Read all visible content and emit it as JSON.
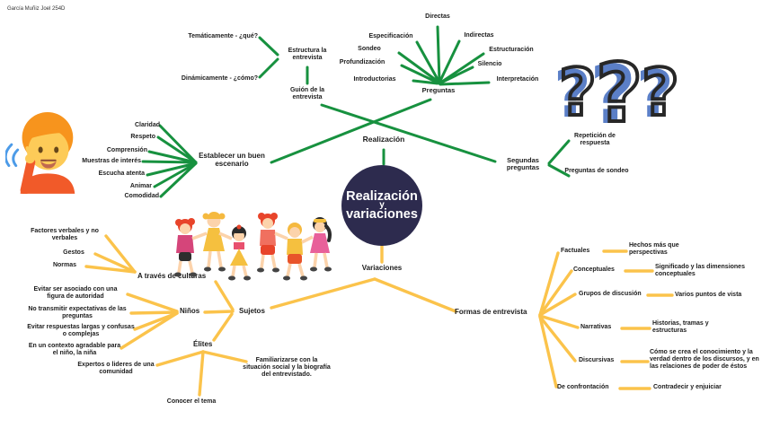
{
  "colors": {
    "green": "#17913F",
    "yellow": "#FBC34B",
    "center_circle": "#2D2B4E",
    "question_mark_blue": "#5B7FC7",
    "text": "#1C1C1C"
  },
  "author": "García Muñiz Joel 254D",
  "center": {
    "line1": "Realización",
    "line2": "y",
    "line3": "variaciones"
  },
  "realizacion": {
    "label": "Realización",
    "estructura": {
      "label": "Estructura la entrevista",
      "tematicamente": "Temáticamente - ¿qué?",
      "dinamicamente": "Dinámicamente - ¿cómo?"
    },
    "guion": "Guión de la entrevista",
    "preguntas": {
      "label": "Preguntas",
      "tipos": [
        "Directas",
        "Indirectas",
        "Estructuración",
        "Silencio",
        "Interpretación",
        "Especificación",
        "Sondeo",
        "Profundización",
        "Introductorias"
      ]
    },
    "escenario": {
      "label": "Establecer un buen escenario",
      "items": [
        "Claridad",
        "Respeto",
        "Comprensión",
        "Muestras de interés",
        "Escucha atenta",
        "Animar",
        "Comodidad"
      ]
    },
    "segundas": {
      "label": "Segundas preguntas",
      "items": [
        "Repetición de respuesta",
        "Preguntas de sondeo"
      ]
    }
  },
  "variaciones": {
    "label": "Variaciones",
    "culturas": {
      "label": "A través de culturas",
      "items": [
        "Factores verbales y no verbales",
        "Gestos",
        "Normas"
      ]
    },
    "sujetos": {
      "label": "Sujetos",
      "ninos": {
        "label": "Niños",
        "items": [
          "Evitar ser asociado con una figura de autoridad",
          "No transmitir expectativas de las preguntas",
          "Evitar respuestas largas y confusas o complejas",
          "En un contexto agradable para el niño, la niña"
        ]
      },
      "elites": {
        "label": "Élites",
        "items": [
          "Expertos o lideres de una comunidad",
          "Conocer el tema",
          "Familiarizarse con la situación social y la biografía del entrevistado."
        ]
      }
    },
    "formas": {
      "label": "Formas de entrevista",
      "items": [
        {
          "tipo": "Factuales",
          "desc": "Hechos más que perspectivas"
        },
        {
          "tipo": "Conceptuales",
          "desc": "Significado y las dimensiones conceptuales"
        },
        {
          "tipo": "Grupos de discusión",
          "desc": "Varios puntos de vista"
        },
        {
          "tipo": "Narrativas",
          "desc": "Historias, tramas y estructuras"
        },
        {
          "tipo": "Discursivas",
          "desc": "Cómo se crea el conocimiento y la verdad dentro de los discursos, y en las relaciones de poder de éstos"
        },
        {
          "tipo": "De confrontación",
          "desc": "Contradecir y enjuiciar"
        }
      ]
    }
  }
}
